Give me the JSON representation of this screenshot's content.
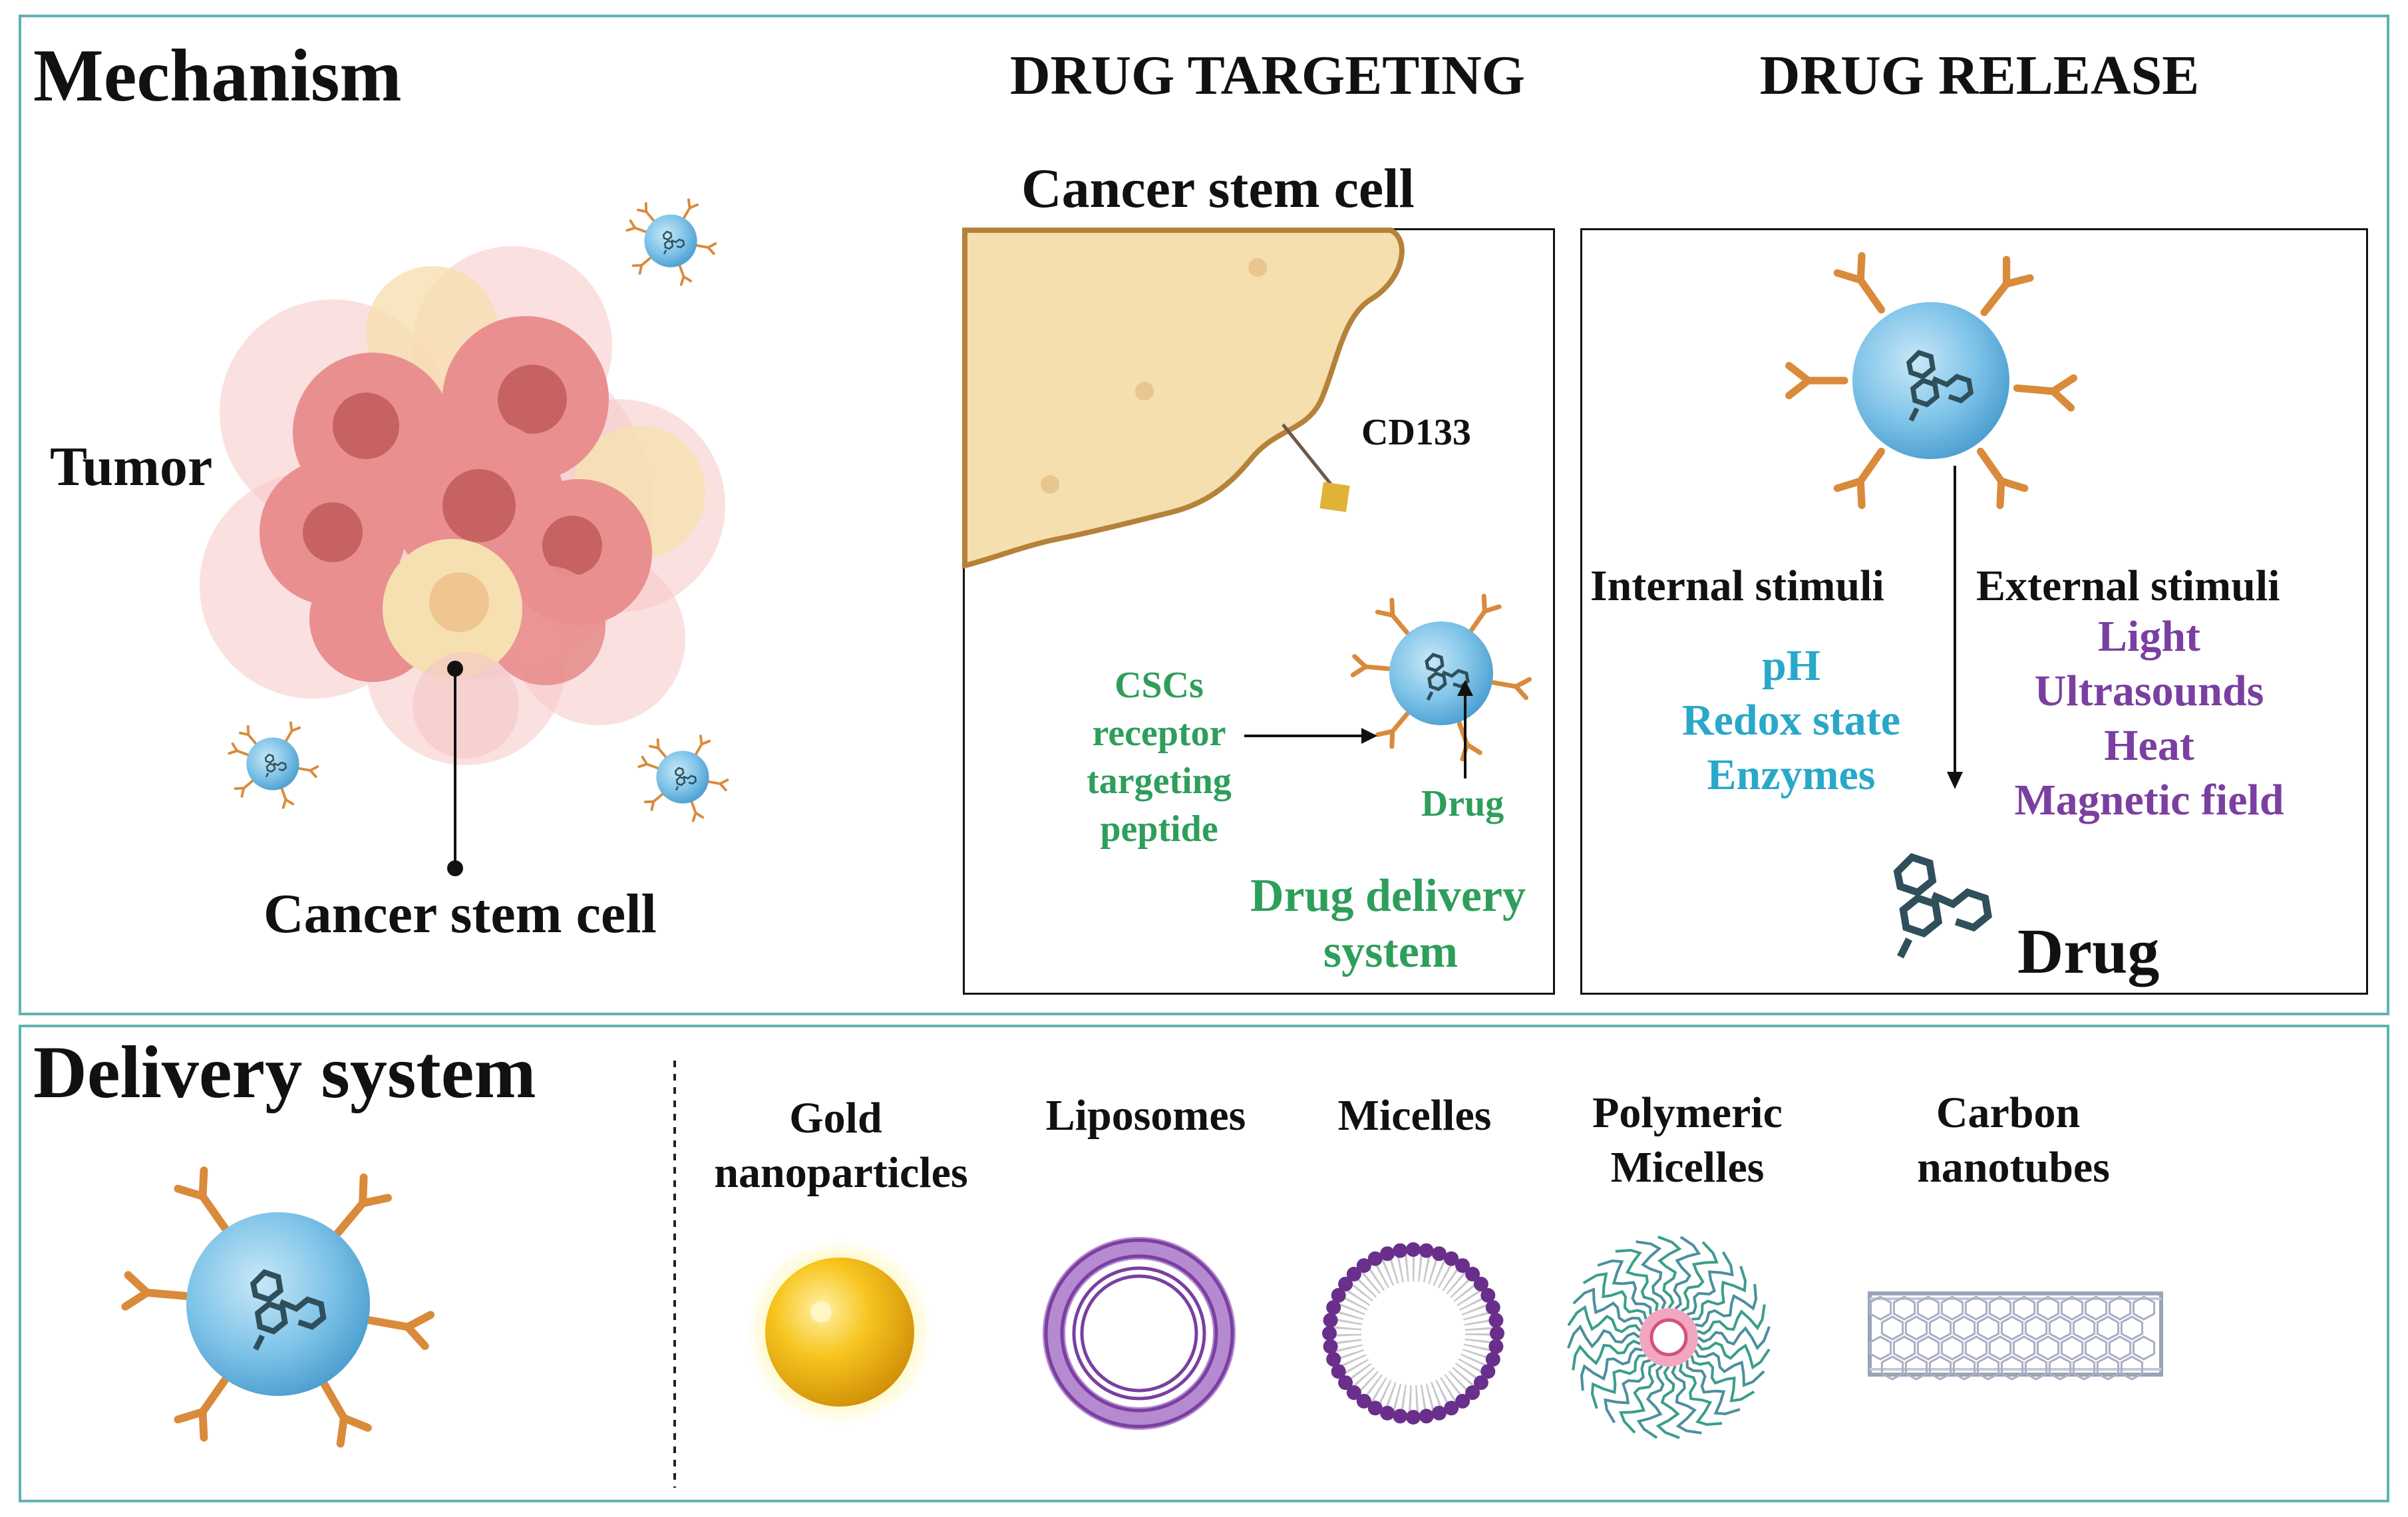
{
  "mechanism": {
    "title": "Mechanism",
    "tumor_label": "Tumor",
    "csc_label": "Cancer stem cell"
  },
  "targeting": {
    "heading": "DRUG TARGETING",
    "cell_title": "Cancer stem cell",
    "receptor_label": "CD133",
    "peptide_lines": [
      "CSCs",
      "receptor",
      "targeting",
      "peptide"
    ],
    "drug_label": "Drug",
    "system_lines": [
      "Drug delivery",
      "system"
    ]
  },
  "release": {
    "heading": "DRUG RELEASE",
    "internal_title": "Internal stimuli",
    "internal_items": [
      "pH",
      "Redox state",
      "Enzymes"
    ],
    "external_title": "External stimuli",
    "external_items": [
      "Light",
      "Ultrasounds",
      "Heat",
      "Magnetic field"
    ],
    "drug_label": "Drug"
  },
  "delivery": {
    "title": "Delivery system",
    "types": [
      {
        "lines": [
          "Gold",
          "nanoparticles"
        ]
      },
      {
        "lines": [
          "Liposomes"
        ]
      },
      {
        "lines": [
          "Micelles"
        ]
      },
      {
        "lines": [
          "Polymeric",
          "Micelles"
        ]
      },
      {
        "lines": [
          "Carbon",
          "nanotubes"
        ]
      }
    ]
  },
  "colors": {
    "panel_border": "#5fb3b3",
    "green_text": "#2e9e5b",
    "cyan_text": "#29a8c9",
    "purple_text": "#7a3fa0",
    "antibody": "#d98a3a",
    "nanoparticle": "#7ec3e8",
    "tumor_cell": "#e88a8a",
    "stem_cell": "#f6dfae",
    "drug_molecule": "#2f4f5a"
  }
}
